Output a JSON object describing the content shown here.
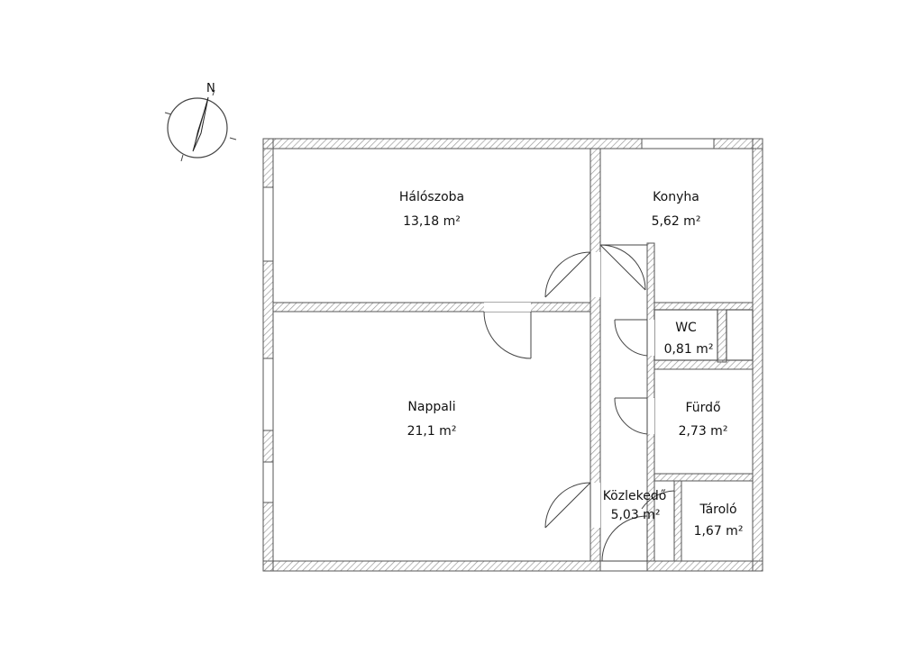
{
  "compass": {
    "north_label": "N"
  },
  "rooms": {
    "haloszoba": {
      "name": "Hálószoba",
      "area": "13,18 m²"
    },
    "konyha": {
      "name": "Konyha",
      "area": "5,62 m²"
    },
    "wc": {
      "name": "WC",
      "area": "0,81 m²"
    },
    "nappali": {
      "name": "Nappali",
      "area": "21,1 m²"
    },
    "furdo": {
      "name": "Fürdő",
      "area": "2,73 m²"
    },
    "kozlekedo": {
      "name": "Közlekedő",
      "area": "5,03 m²"
    },
    "tarolo": {
      "name": "Tároló",
      "area": "1,67 m²"
    }
  },
  "colors": {
    "wall_stroke": "#6b6b6b",
    "hatch": "#9a9a9a",
    "line": "#555555"
  }
}
